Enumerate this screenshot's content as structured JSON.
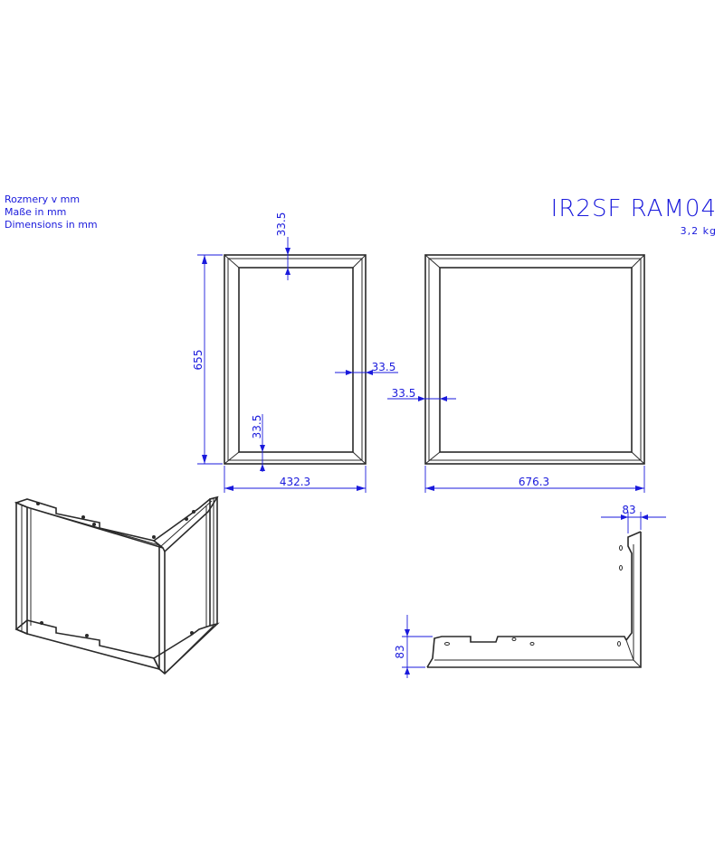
{
  "notes": {
    "line1": "Rozmery v mm",
    "line2": "Maße in mm",
    "line3": "Dimensions in mm"
  },
  "title": {
    "code": "IR2SF RAM04",
    "weight": "3,2 kg"
  },
  "dimensions": {
    "front_height": "655",
    "front_width": "432.3",
    "side_width": "676.3",
    "border_top": "33.5",
    "border_right": "33.5",
    "border_bottom": "33.5",
    "border_side": "33.5",
    "profile_depth_top": "83",
    "profile_depth_left": "83"
  },
  "colors": {
    "dimension": "#1a1adc",
    "outline": "#2a2a2a"
  }
}
